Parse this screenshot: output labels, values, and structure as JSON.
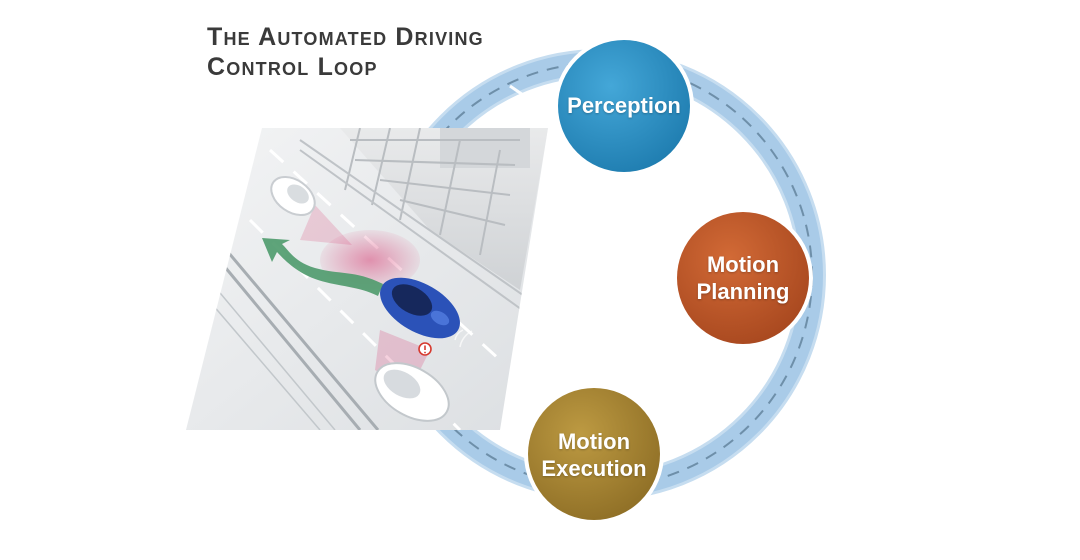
{
  "title": {
    "line1": "The Automated Driving",
    "line2": "Control Loop"
  },
  "nodes": [
    {
      "line1": "Perception",
      "line2": "",
      "color": "#2a92c6"
    },
    {
      "line1": "Motion",
      "line2": "Planning",
      "color": "#bf5a2a"
    },
    {
      "line1": "Motion",
      "line2": "Execution",
      "color": "#a98532"
    }
  ],
  "colors": {
    "loop_ring": "#a9cbe8",
    "trajectory_arrow": "#4e9a6c",
    "ego_car": "#2b52b8",
    "sensor_field": "#d9477a",
    "warning": "#d63a2f"
  },
  "icons": {
    "loop": "circular-arrow-icon",
    "trajectory": "curved-arrow-icon",
    "warning": "warning-icon"
  }
}
